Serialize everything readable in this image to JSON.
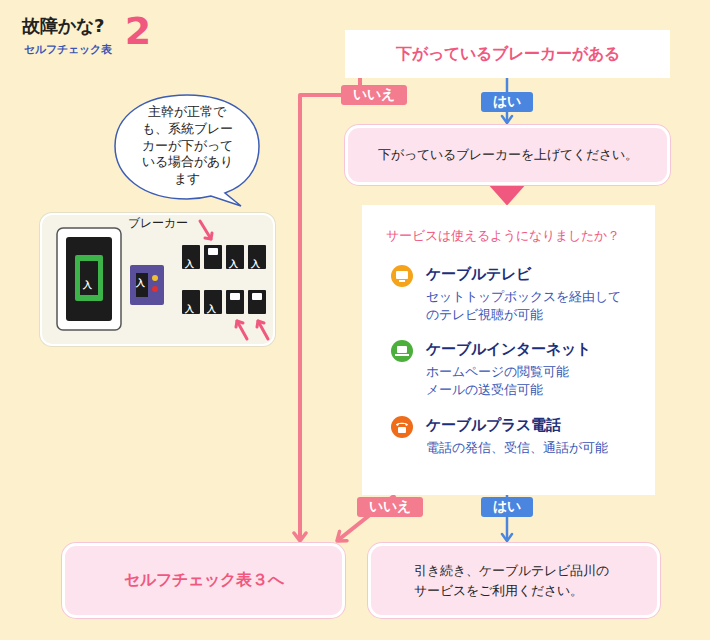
{
  "diagram": {
    "title": "故障かな?",
    "nodes": [
      {
        "text": [
          "下がっているブレーカーがある"
        ]
      },
      {
        "text": [
          "主幹が正常でも、系統ブレーカーが下がっている場合があります"
        ]
      },
      {
        "text": [
          "下がっているブレーカーを上げてください。"
        ]
      },
      {
        "text": [
          "サービスは使えるようになりましたか？",
          "ケーブルテレビ",
          "セットトップボックスを経由してのテレビ視聴が可能",
          "ケーブルインターネット",
          "ホームページの閲覧可能 メールの送受信可能",
          "ケーブルプラス電話",
          "電話の発信、受信、通話が可能"
        ]
      },
      {
        "text": [
          "ブレーカー"
        ]
      },
      {
        "text": [
          "セルフチェック表３へ"
        ]
      },
      {
        "text": [
          "引き続き、ケーブルテレビ品川のサービスをご利用ください。"
        ]
      }
    ],
    "edges": [
      {
        "from": 0,
        "to": 2,
        "label": "はい",
        "arrow": "to"
      },
      {
        "from": 0,
        "to": 5,
        "label": "いいえ",
        "arrow": "to"
      },
      {
        "from": 2,
        "to": 3,
        "arrow": "to"
      },
      {
        "from": 3,
        "to": 5,
        "label": "いいえ",
        "arrow": "to"
      },
      {
        "from": 3,
        "to": 6,
        "label": "はい",
        "arrow": "to"
      }
    ],
    "labels": [
      "セルフチェック表",
      "2",
      "入",
      "入",
      "入",
      "入",
      "入",
      "入",
      "入"
    ]
  }
}
